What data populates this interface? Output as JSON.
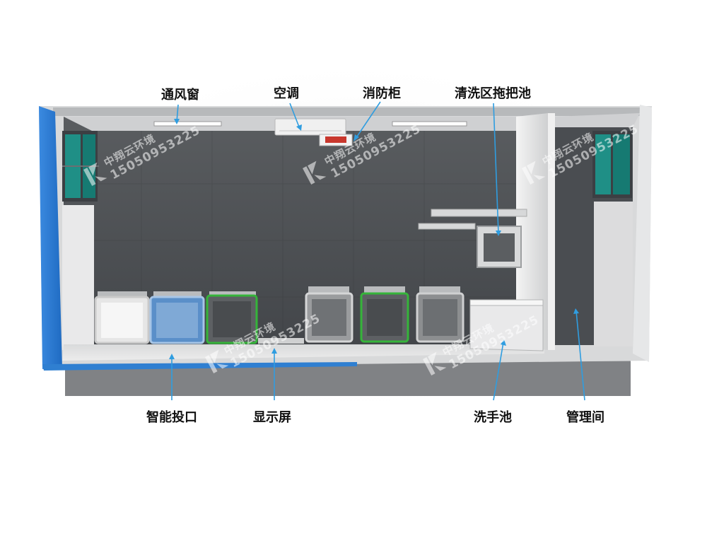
{
  "labels": {
    "vent_window": "通风窗",
    "air_conditioner": "空调",
    "fire_cabinet": "消防柜",
    "mop_pool": "清洗区拖把池",
    "smart_drop_port": "智能投口",
    "display_screen": "显示屏",
    "hand_sink": "洗手池",
    "management_room": "管理间"
  },
  "watermark": {
    "brand": "中翔云环境",
    "phone": "15050953225"
  },
  "colors": {
    "accent_blue": "#2f7fd1",
    "bin_green": "#35b43a",
    "bin_blue": "#5a8fc9",
    "interior_gray": "#4c4f52",
    "window_teal": "#1f8f86"
  }
}
